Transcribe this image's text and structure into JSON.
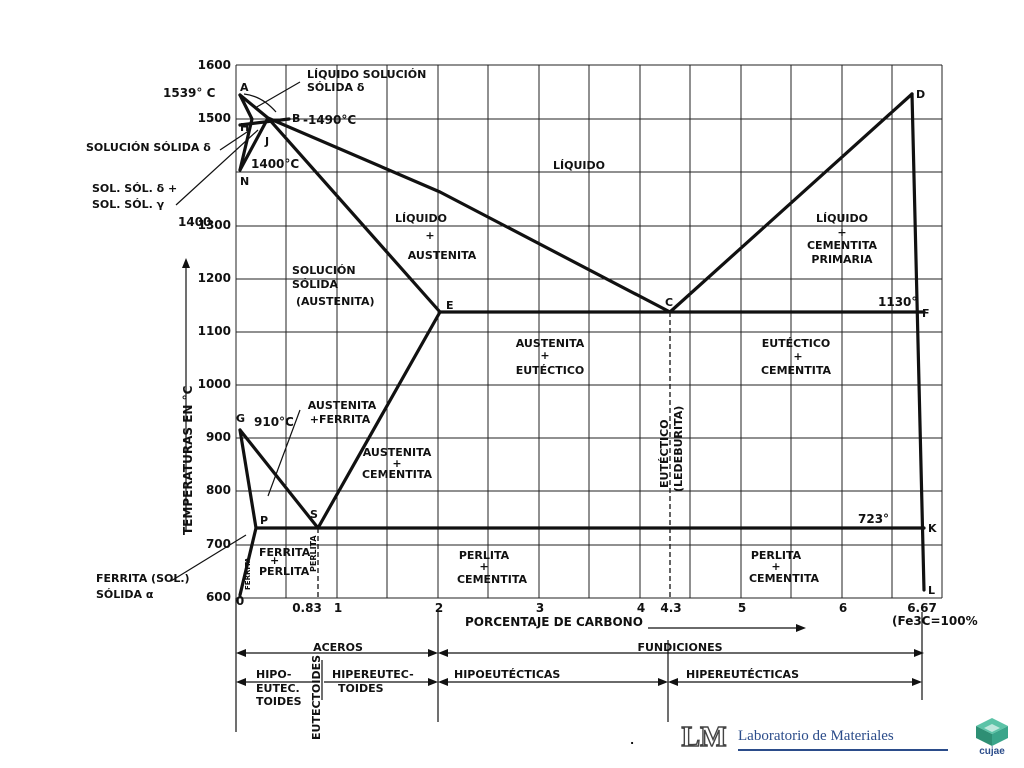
{
  "y_ticks": [
    "1600",
    "1500",
    "1400",
    "1300",
    "1200",
    "1100",
    "1000",
    "900",
    "800",
    "700",
    "600"
  ],
  "x_ticks": [
    "0",
    "0.83",
    "1",
    "2",
    "3",
    "4",
    "4.3",
    "5",
    "6",
    "6.67"
  ],
  "y_axis_label": "TEMPERATURAS EN °C",
  "x_axis_label": "PORCENTAJE DE CARBONO",
  "fe3c_label": "(Fe3C=100%",
  "points": {
    "A": "A",
    "B": "B",
    "H": "H",
    "J": "J",
    "N": "N",
    "E": "E",
    "C": "C",
    "D": "D",
    "F": "F",
    "G": "G",
    "P": "P",
    "S": "S",
    "K": "K",
    "L": "L"
  },
  "temps": {
    "t1539": "1539° C",
    "t1490": "-1490°C",
    "t1400": "1400°C",
    "t1130": "1130°",
    "t910": "910°C",
    "t723": "723°"
  },
  "regions": {
    "liquido_solucion_1": "LÍQUIDO SOLUCIÓN",
    "liquido_solucion_2": "SÓLIDA δ",
    "solucion_solida_delta": "SOLUCIÓN SÓLIDA δ",
    "sol_sol_1": "SOL. SÓL. δ +",
    "sol_sol_2": "SOL. SÓL. γ",
    "liquido": "LÍQUIDO",
    "liq_aus_1": "LÍQUIDO",
    "liq_aus_plus": "+",
    "liq_aus_2": "AUSTENITA",
    "liq_cem_1": "LÍQUIDO",
    "liq_cem_plus": "+",
    "liq_cem_2": "CEMENTITA",
    "liq_cem_3": "PRIMARIA",
    "sol_aus_1": "SOLUCIÓN",
    "sol_aus_2": "SÓLIDA",
    "sol_aus_3": "(AUSTENITA)",
    "aus_eut_1": "AUSTENITA",
    "aus_eut_plus": "+",
    "aus_eut_2": "EUTÉCTICO",
    "eut_cem_1": "EUTÉCTICO",
    "eut_cem_plus": "+",
    "eut_cem_2": "CEMENTITA",
    "aus_fer_1": "AUSTENITA",
    "aus_fer_2": "+FERRITA",
    "aus_cem_1": "AUSTENITA",
    "aus_cem_plus": "+",
    "aus_cem_2": "CEMENTITA",
    "eutectico_vertical_1": "EUTÉCTICO",
    "eutectico_vertical_2": "(LEDEBURITA)",
    "ferrita_perlita_1": "FERRITA",
    "ferrita_perlita_plus": "+",
    "ferrita_perlita_2": "PERLITA",
    "perlita_vertical": "PERLITA",
    "ferrita_narrow": "FERRITA",
    "per_cem_left_1": "PERLITA",
    "per_cem_left_plus": "+",
    "per_cem_left_2": "CEMENTITA",
    "per_cem_right_1": "PERLITA",
    "per_cem_right_plus": "+",
    "per_cem_right_2": "CEMENTITA",
    "ferrita_sol_1": "FERRITA (SOL.)",
    "ferrita_sol_2": "SÓLIDA α"
  },
  "classification": {
    "aceros": "ACEROS",
    "fundiciones": "FUNDICIONES",
    "hipo_1": "HIPO-",
    "hipo_2": "EUTEC.",
    "hipo_3": "TOIDES",
    "eutectoides": "EUTECTOIDES",
    "hiper_1": "HIPEREUTEC-",
    "hiper_2": "TOIDES",
    "hipoeutecticas": "HIPOEUTÉCTICAS",
    "hipereutecticas": "HIPEREUTÉCTICAS"
  },
  "footer": {
    "lab_logo_text": "LM",
    "lab_name": "Laboratorio de Materiales",
    "cujae": "cujae"
  },
  "colors": {
    "ink": "#111111",
    "footer_blue": "#2b4c8a",
    "cujae_green": "#3aa58a"
  }
}
